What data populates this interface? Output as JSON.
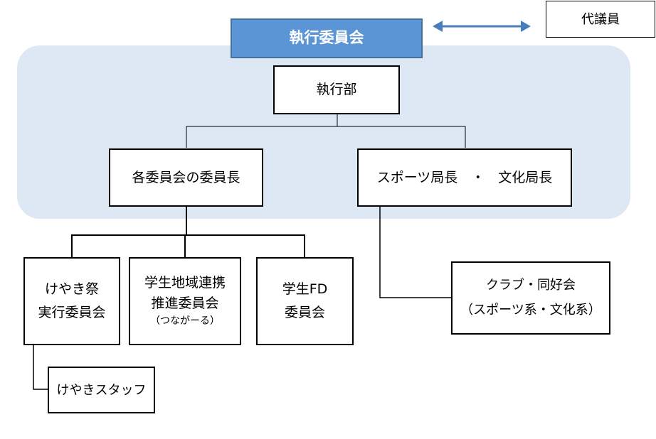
{
  "nodes": {
    "executive_committee": "執行委員会",
    "representatives": "代議員",
    "executive_department": "執行部",
    "committee_chairs": "各委員会の委員長",
    "bureau_chiefs": "スポーツ局長　・　文化局長",
    "keyaki_festival": [
      "けやき祭",
      "実行委員会"
    ],
    "community_link": [
      "学生地域連携",
      "推進委員会",
      "（つながーる）"
    ],
    "student_fd": [
      "学生FD",
      "委員会"
    ],
    "clubs": [
      "クラブ・同好会",
      "（スポーツ系・文化系）"
    ],
    "keyaki_staff": "けやきスタッフ"
  },
  "colors": {
    "top_box_fill": "#5b95d5",
    "top_box_border": "#41719c",
    "panel_fill": "#dde8f4",
    "arrow": "#4a7ebb"
  }
}
